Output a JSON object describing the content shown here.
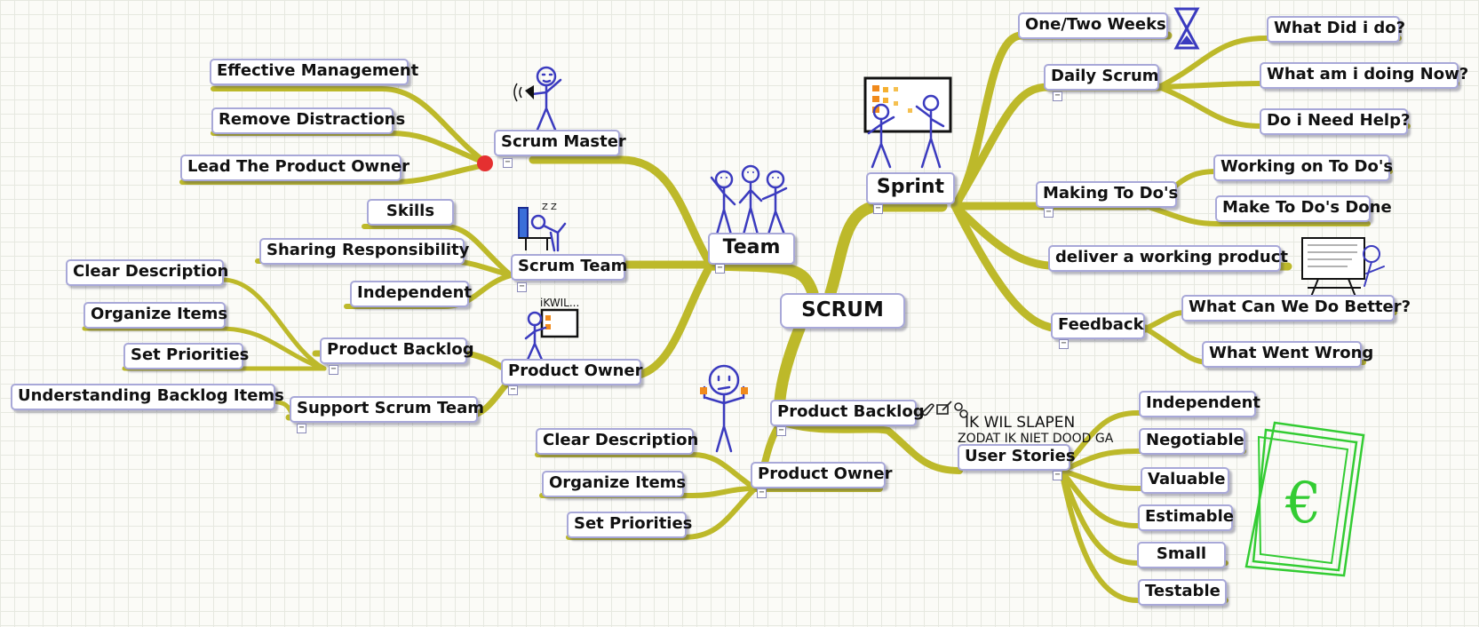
{
  "root": "SCRUM",
  "branches": {
    "sprint": {
      "label": "Sprint",
      "one_two_weeks": "One/Two Weeks",
      "daily_scrum": {
        "label": "Daily Scrum",
        "items": [
          "What Did i do?",
          "What am i doing Now?",
          "Do i Need Help?"
        ]
      },
      "making_todos": {
        "label": "Making To Do's",
        "items": [
          "Working on To Do's",
          "Make To Do's Done"
        ]
      },
      "deliver": "deliver a working product",
      "feedback": {
        "label": "Feedback",
        "items": [
          "What Can We Do Better?",
          "What Went Wrong"
        ]
      }
    },
    "team": {
      "label": "Team",
      "scrum_master": {
        "label": "Scrum Master",
        "items": [
          "Effective Management",
          "Remove Distractions",
          "Lead The Product Owner"
        ]
      },
      "scrum_team": {
        "label": "Scrum Team",
        "items": [
          "Skills",
          "Sharing Responsibility",
          "Independent"
        ]
      },
      "product_owner": {
        "label": "Product Owner",
        "product_backlog": {
          "label": "Product Backlog",
          "items": [
            "Clear Description",
            "Organize Items",
            "Set Priorities"
          ]
        },
        "support_scrum_team": {
          "label": "Support Scrum Team",
          "items": [
            "Understanding Backlog Items"
          ]
        }
      }
    },
    "product_backlog": {
      "label": "Product Backlog",
      "product_owner": {
        "label": "Product Owner",
        "items": [
          "Clear Description",
          "Organize Items",
          "Set Priorities"
        ]
      },
      "user_stories": {
        "label": "User Stories",
        "items": [
          "Independent",
          "Negotiable",
          "Valuable",
          "Estimable",
          "Small",
          "Testable"
        ]
      }
    }
  },
  "handwriting": {
    "line1": "IK WIL SLAPEN",
    "line2": "ZODAT IK NIET DOOD GA",
    "note": "iKWIL...",
    "zzz": "Z Z",
    "euro": "€"
  },
  "toggle_symbol": "−",
  "colors": {
    "branch": "#bdb92a",
    "node_border": "#a8a8d8",
    "stickman": "#3b3bbf",
    "marker": "#e53030",
    "green_sketch": "#33cc33",
    "orange_accent": "#f08a1c"
  }
}
